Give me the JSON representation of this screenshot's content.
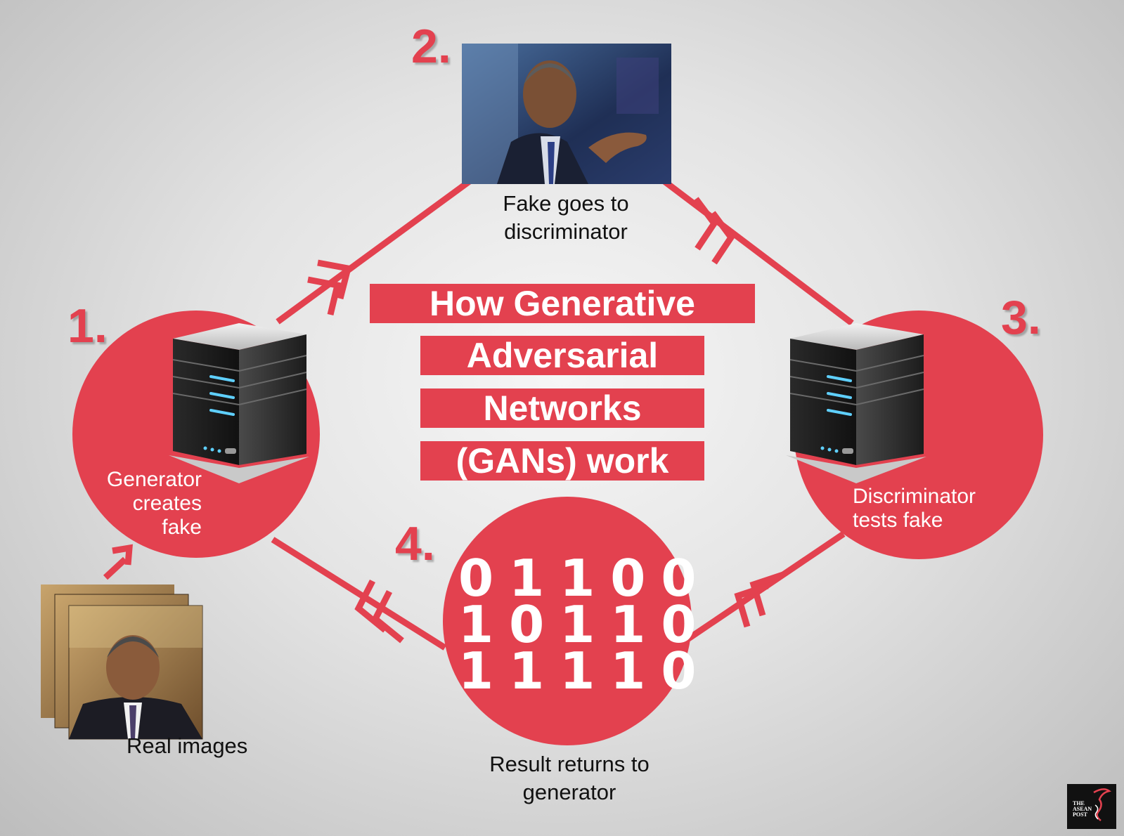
{
  "title": [
    "How Generative",
    "Adversarial",
    "Networks",
    "(GANs) work"
  ],
  "steps": [
    {
      "number": "1.",
      "label": [
        "Generator",
        "creates",
        "fake"
      ]
    },
    {
      "number": "2.",
      "label": [
        "Fake goes to",
        "discriminator"
      ]
    },
    {
      "number": "3.",
      "label": [
        "Discriminator",
        "tests fake"
      ]
    },
    {
      "number": "4.",
      "label": [
        "Result returns to",
        "generator"
      ]
    }
  ],
  "real_images_label": "Real images",
  "binary_rows": [
    "01100",
    "10110",
    "11110"
  ],
  "logo": {
    "line1": "THE",
    "line2": "ASEAN",
    "line3": "POST"
  },
  "icons": {
    "generator": "server-icon",
    "discriminator": "server-icon",
    "fake_image": "portrait-photo",
    "real_images": "stacked-portrait-photos",
    "logo": "bird-logo-icon"
  },
  "colors": {
    "accent": "#e3414f",
    "text": "#111111",
    "background": "#e3e3e3"
  }
}
